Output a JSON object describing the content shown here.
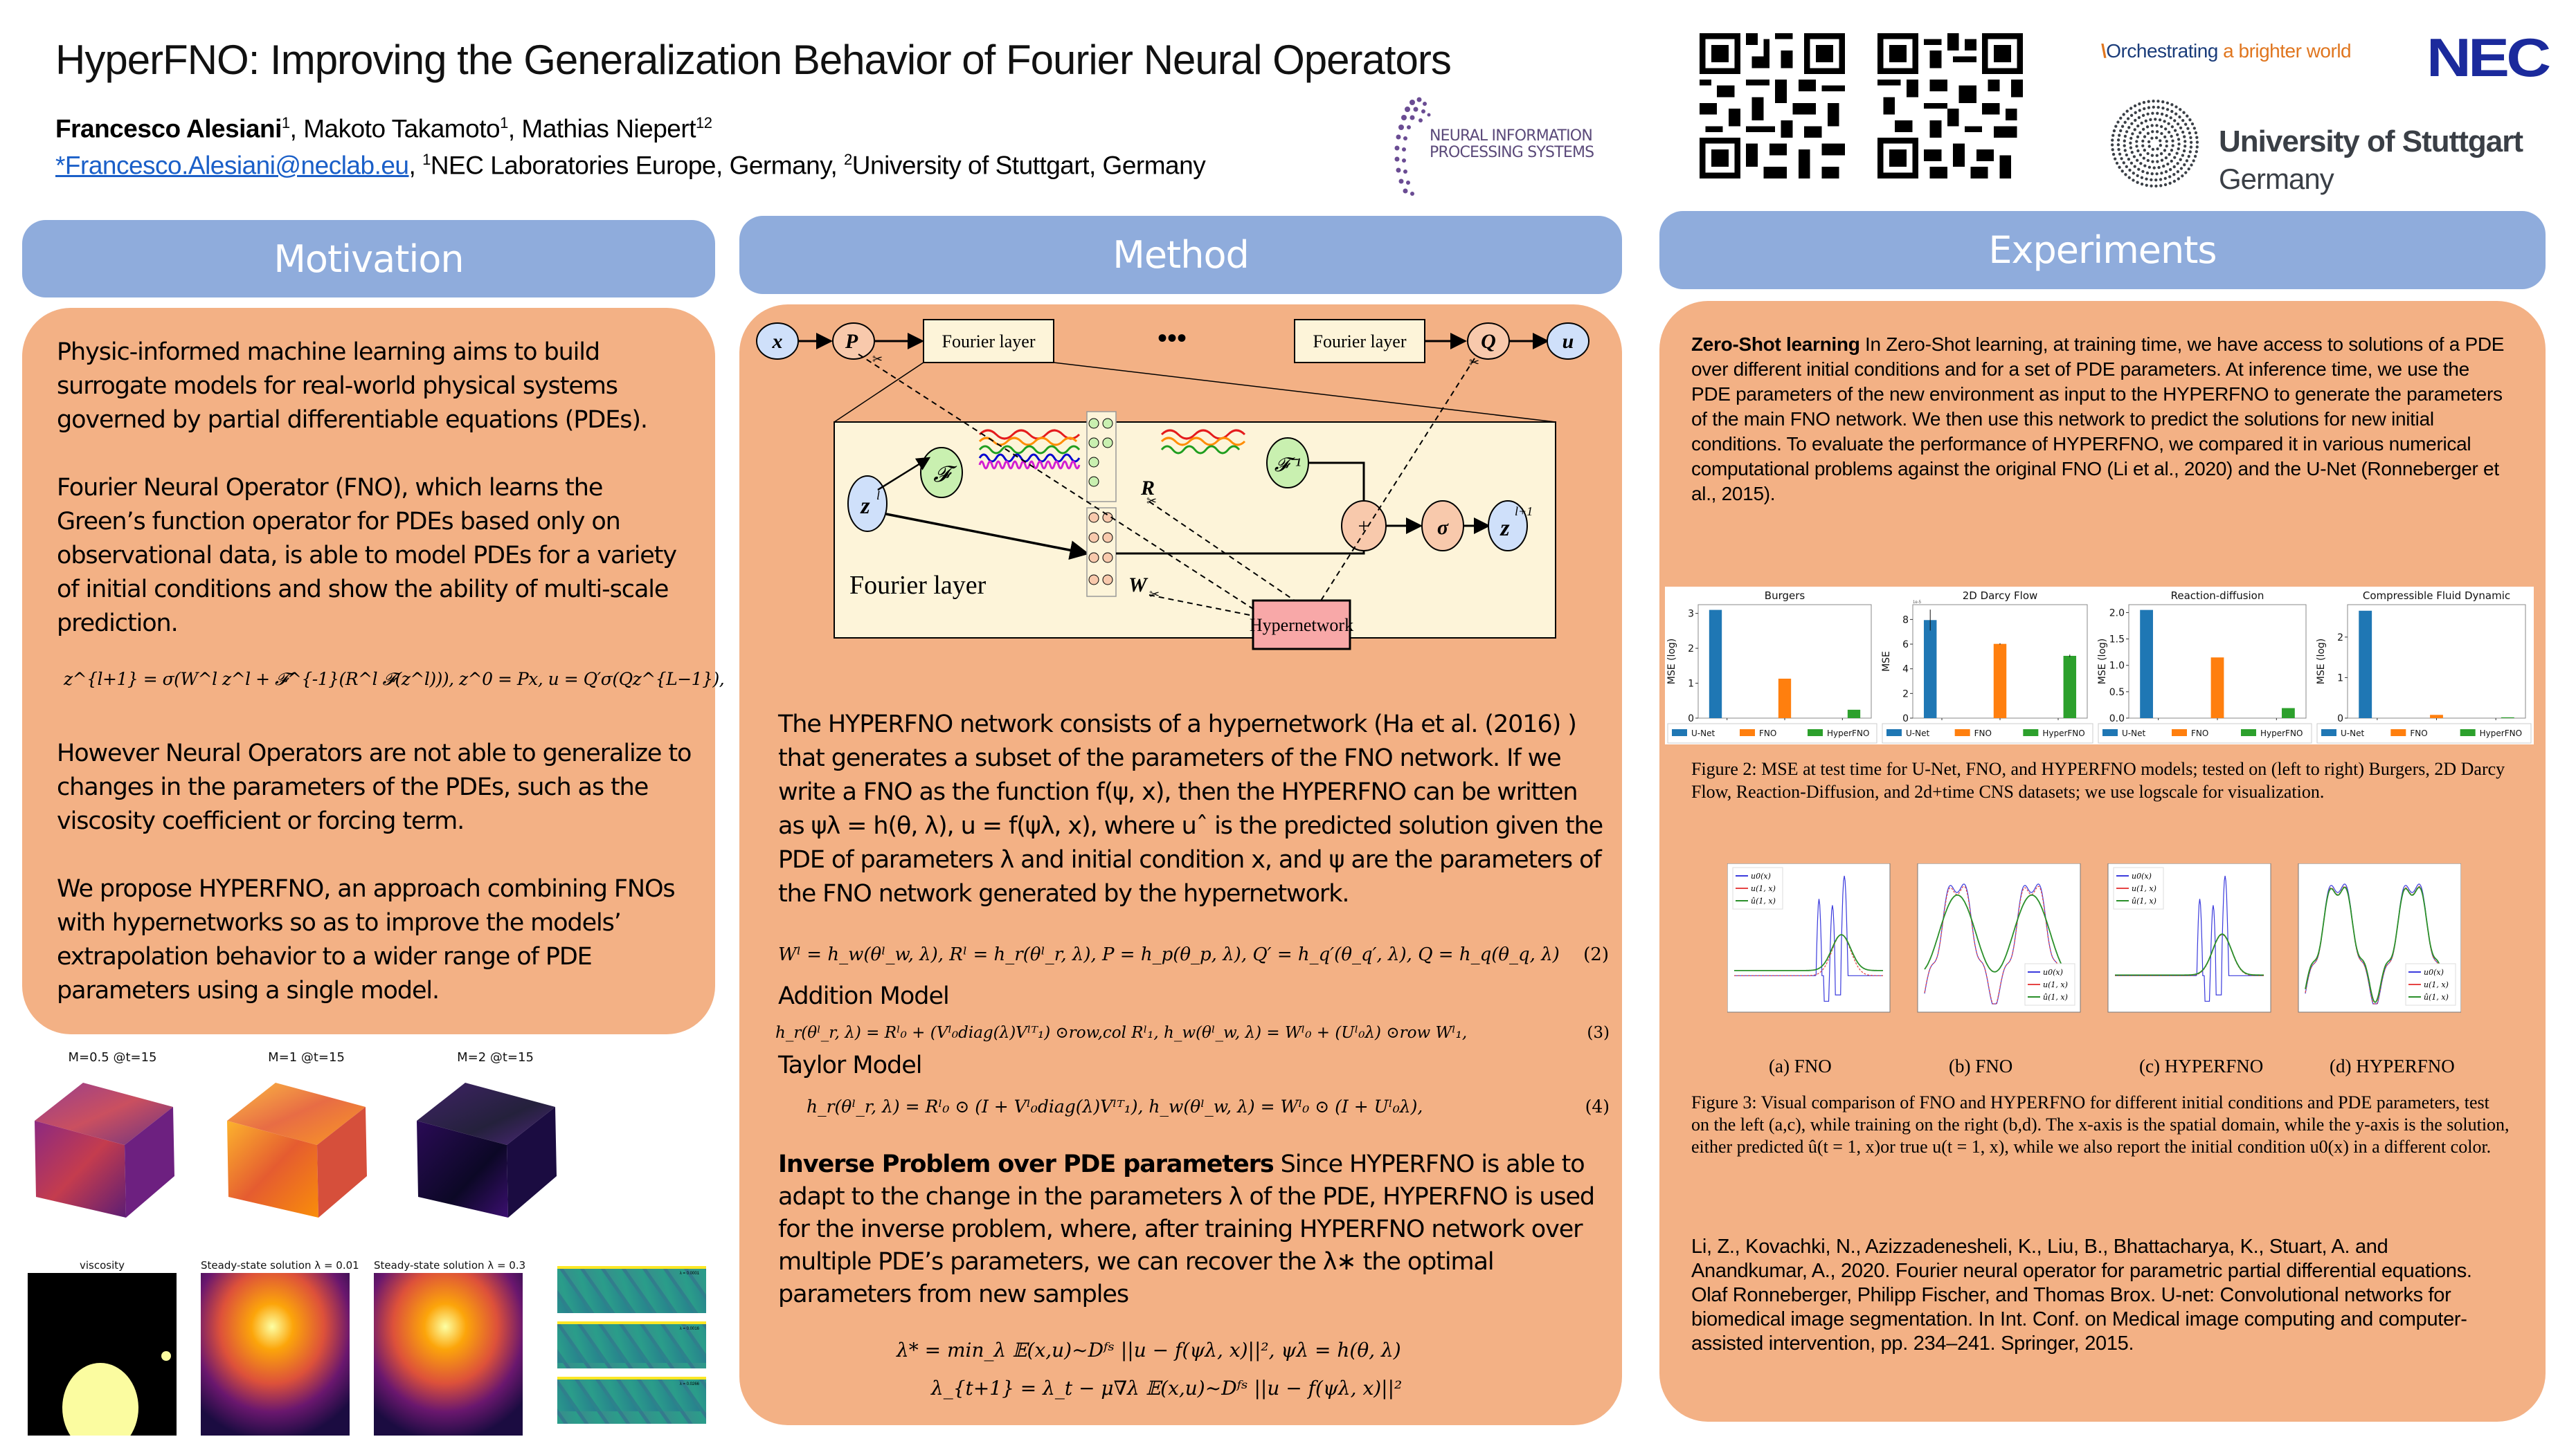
{
  "header": {
    "title": "HyperFNO: Improving the Generalization Behavior of Fourier Neural Operators",
    "authors": [
      {
        "name": "Francesco Alesiani",
        "sup": "1",
        "bold": true
      },
      {
        "name": "Makoto Takamoto",
        "sup": "1",
        "bold": false
      },
      {
        "name": "Mathias Niepert",
        "sup": "12",
        "bold": false
      }
    ],
    "email": "*Francesco.Alesiani@neclab.eu",
    "affil_1_sup": "1",
    "affil_1": "NEC Laboratories Europe, Germany, ",
    "affil_2_sup": "2",
    "affil_2": "University of Stuttgart, Germany"
  },
  "logos": {
    "neurips_line1": "NEURAL INFORMATION",
    "neurips_line2": "PROCESSING SYSTEMS",
    "nec_tagline_a": "Orchestrating",
    "nec_tagline_b": "a brighter world",
    "nec": "NEC",
    "stuttgart_name": "University of Stuttgart",
    "stuttgart_country": "Germany",
    "nec_blue": "#1b2a9c",
    "nec_orange": "#e0761f"
  },
  "colors": {
    "header_bar": "#8facdc",
    "panel": "#f3b185",
    "unet": "#1f77b4",
    "fno": "#ff7f0e",
    "hyperfno": "#2ca02c"
  },
  "motivation": {
    "heading": "Motivation",
    "p1": "Physic-informed machine learning aims to build surrogate models for real-world physical systems governed by partial differentiable equations (PDEs).",
    "p2": "Fourier Neural Operator (FNO), which learns the Green’s function operator for PDEs based only on observational data, is able to model PDEs for a variety of initial conditions and show the ability of multi-scale prediction.",
    "equation": "z^{l+1} = σ(W^l z^l + 𝓕^{-1}(R^l 𝓕(z^l))),   z^0 = Px,   u = Q′σ(Qz^{L−1}),",
    "p3": "However Neural Operators are not able to generalize to changes in the parameters of the PDEs, such as the viscosity coefficient or forcing term.",
    "p4": "We propose HYPERFNO, an approach combining FNOs with hypernetworks so as to improve the models’ extrapolation behavior to a wider range of PDE parameters using a single model.",
    "cube_titles": [
      "M=0.5 @t=15",
      "M=1 @t=15",
      "M=2 @t=15"
    ],
    "darcy_titles": [
      "viscosity",
      "Steady-state solution λ = 0.01",
      "Steady-state solution  λ = 0.3"
    ],
    "adv_labels": [
      "λ = 0.0001",
      "λ = 0.0016",
      "λ = 0.0266"
    ]
  },
  "method": {
    "heading": "Method",
    "diagram": {
      "x": "x",
      "P": "P",
      "fourier_layer": "Fourier layer",
      "dots": "•••",
      "Q": "Q",
      "u": "u",
      "F": "𝓕",
      "Finv": "𝓕⁻¹",
      "zl": "z",
      "zl_sup": "l",
      "R": "R",
      "W": "W",
      "plus": "+",
      "sigma": "σ",
      "zl1": "z",
      "zl1_sup": "l+1",
      "inner_label": "Fourier layer",
      "hypernetwork": "Hypernetwork"
    },
    "p1": "The HYPERFNO network consists of a hypernetwork (Ha et al. (2016) ) that generates a subset of the parameters of the FNO network. If we write a FNO as the function f(ψ, x), then the HYPERFNO can be written as ψλ = h(θ, λ), u = f(ψλ, x), where uˆ is the predicted solution given the PDE of parameters λ and initial condition x, and ψ are the parameters of the FNO network generated by the hypernetwork.",
    "eq2": "Wˡ = h_w(θˡ_w, λ),  Rˡ = h_r(θˡ_r, λ),   P = h_p(θ_p, λ),  Q′ = h_q′(θ_q′, λ),   Q = h_q(θ_q, λ)",
    "eq2_num": "(2)",
    "addition_heading": "Addition Model",
    "eq3": "h_r(θˡ_r, λ) = Rˡ₀ + (Vˡ₀diag(λ)Vˡᵀ₁) ⊙row,col Rˡ₁,   h_w(θˡ_w, λ) = Wˡ₀ + (Uˡ₀λ) ⊙row Wˡ₁,",
    "eq3_num": "(3)",
    "taylor_heading": "Taylor Model",
    "eq4": "h_r(θˡ_r, λ) = Rˡ₀ ⊙ (I + Vˡ₀diag(λ)Vˡᵀ₁),   h_w(θˡ_w, λ) = Wˡ₀ ⊙ (I + Uˡ₀λ),",
    "eq4_num": "(4)",
    "inverse_bold": "Inverse Problem over PDE parameters",
    "inverse_text": " Since HYPERFNO is able to adapt to the change in the parameters λ of the PDE, HYPERFNO is used for the inverse problem, where, after training HYPERFNO network over multiple PDE’s parameters, we can recover the λ∗ the optimal parameters from new samples",
    "eq5": "λ* = min_λ 𝔼(x,u)~Dᶠˢ ||u − f(ψλ, x)||²,   ψλ = h(θ, λ)",
    "eq6": "λ_{t+1} = λ_t − μ∇λ 𝔼(x,u)~Dᶠˢ ||u − f(ψλ, x)||²"
  },
  "experiments": {
    "heading": "Experiments",
    "zs_bold": "Zero-Shot learning",
    "zs_text": " In Zero-Shot learning, at training time, we have access to solutions of a PDE over different initial conditions and for a set of PDE parameters. At inference time, we use the PDE parameters of the new environment as input to the HYPERFNO to generate the parameters of the main FNO network. We then use this network to predict the solutions for new initial conditions. To evaluate the performance of HYPERFNO, we compared it in various numerical computational problems against the original FNO (Li et al., 2020) and the U-Net (Ronneberger et al., 2015).",
    "fig2_caption": "Figure 2: MSE at test time for U-Net, FNO, and HYPERFNO models; tested on (left to right) Burgers, 2D Darcy Flow, Reaction-Diffusion, and 2d+time CNS datasets; we use logscale for visualization.",
    "fig3_sublabels": [
      "(a) FNO",
      "(b) FNO",
      "(c) HYPERFNO",
      "(d) HYPERFNO"
    ],
    "fig3_legend": [
      "u0(x)",
      "u(1, x)",
      "û(1, x)"
    ],
    "fig3_caption": "Figure 3: Visual comparison of FNO and HYPERFNO for different initial conditions and PDE parameters, test on the left (a,c), while training on the right (b,d). The x-axis is the spatial domain, while the y-axis is the solution, either predicted û(t = 1, x)or true u(t = 1, x), while we also report the initial condition u0(x) in a different color.",
    "ref1": "Li, Z., Kovachki, N., Azizzadenesheli, K., Liu, B., Bhattacharya, K., Stuart, A. and Anandkumar, A., 2020. Fourier neural operator for parametric partial differential equations.",
    "ref2": "Olaf Ronneberger, Philipp Fischer, and Thomas Brox. U-net: Convolutional networks for biomedical image segmentation. In Int. Conf. on Medical image computing and computer-assisted intervention, pp. 234–241. Springer, 2015."
  },
  "chart_data": [
    {
      "type": "bar",
      "title": "Burgers",
      "ylabel": "MSE (log)",
      "categories": [
        "U-Net",
        "FNO",
        "HyperFNO"
      ],
      "values": [
        3.1,
        1.13,
        0.24
      ],
      "ylim": [
        0,
        3.25
      ],
      "yticks": [
        0,
        1,
        2,
        3
      ],
      "ytick_labels": [
        "0",
        "1",
        "2",
        "3"
      ],
      "legend": [
        "U-Net",
        "FNO",
        "HyperFNO"
      ],
      "legend_position": "bottom"
    },
    {
      "type": "bar",
      "title": "2D Darcy Flow",
      "ylabel": "MSE",
      "yscale_note": "1e-5",
      "categories": [
        "U-Net",
        "FNO",
        "HyperFNO"
      ],
      "values": [
        7.95,
        6.02,
        5.05
      ],
      "errors": [
        0.85,
        0.05,
        0.1
      ],
      "ylim": [
        0,
        9.2
      ],
      "yticks": [
        0,
        2,
        4,
        6,
        8
      ],
      "ytick_labels": [
        "0",
        "2",
        "4",
        "6",
        "8"
      ],
      "legend": [
        "U-Net",
        "FNO",
        "HyperFNO"
      ],
      "legend_position": "bottom"
    },
    {
      "type": "bar",
      "title": "Reaction-diffusion",
      "ylabel": "MSE (log)",
      "categories": [
        "U-Net",
        "FNO",
        "HyperFNO"
      ],
      "values": [
        2.05,
        1.15,
        0.19
      ],
      "ylim": [
        0,
        2.15
      ],
      "yticks": [
        0,
        0.5,
        1.0,
        1.5,
        2.0
      ],
      "ytick_labels": [
        "0.0",
        "0.5",
        "1.0",
        "1.5",
        "2.0"
      ],
      "legend": [
        "U-Net",
        "FNO",
        "HyperFNO"
      ],
      "legend_position": "bottom"
    },
    {
      "type": "bar",
      "title": "Compressible Fluid Dynamic",
      "ylabel": "MSE (log)",
      "categories": [
        "U-Net",
        "FNO",
        "HyperFNO"
      ],
      "values": [
        2.65,
        0.08,
        0.02
      ],
      "ylim": [
        0,
        2.8
      ],
      "yticks": [
        0,
        1,
        2
      ],
      "ytick_labels": [
        "0",
        "1",
        "2"
      ],
      "legend": [
        "U-Net",
        "FNO",
        "HyperFNO"
      ],
      "legend_position": "bottom"
    }
  ]
}
